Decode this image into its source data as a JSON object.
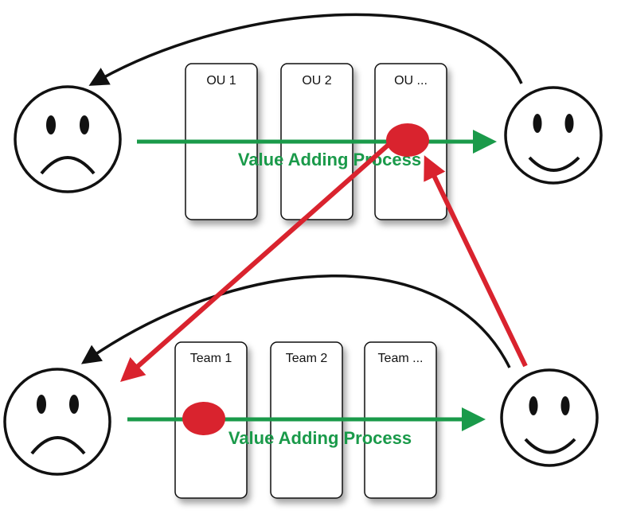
{
  "top_row": {
    "boxes": [
      "OU 1",
      "OU 2",
      "OU ..."
    ],
    "process_label": "Value Adding Process"
  },
  "bottom_row": {
    "boxes": [
      "Team 1",
      "Team 2",
      "Team ..."
    ],
    "process_label": "Value Adding Process"
  },
  "colors": {
    "process_arrow": "#1a9a4a",
    "process_text": "#1a9a4a",
    "feedback_arrow": "#d9232e",
    "marker": "#d9232e",
    "return_arrow": "#111111"
  }
}
